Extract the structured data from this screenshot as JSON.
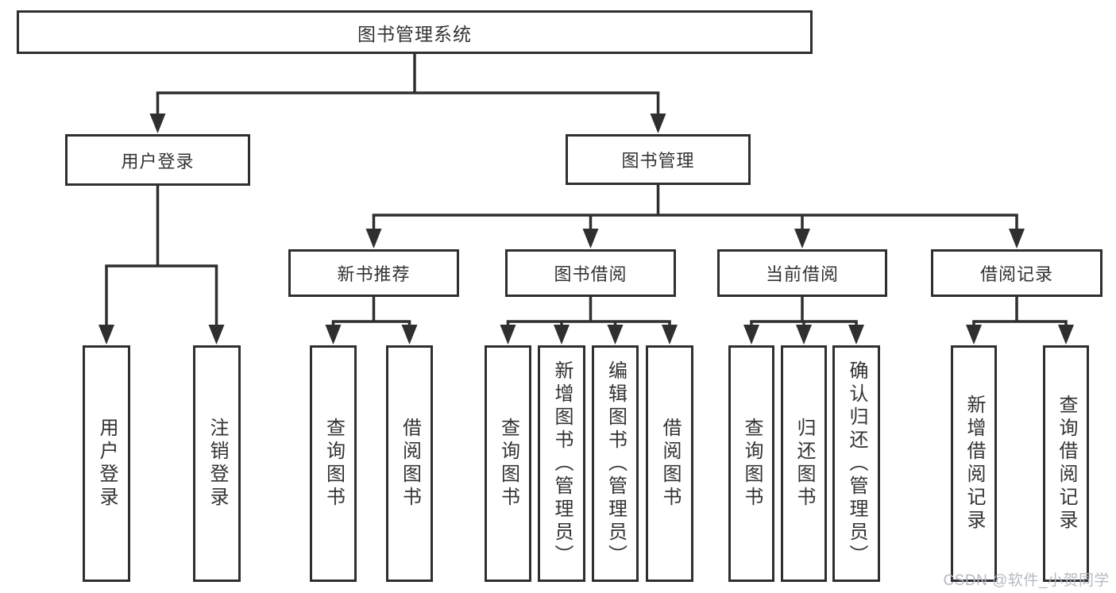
{
  "diagram": {
    "root": {
      "label": "图书管理系统"
    },
    "branches": [
      {
        "label": "用户登录",
        "children": [
          "用户登录",
          "注销登录"
        ]
      },
      {
        "label": "图书管理",
        "children": [
          {
            "label": "新书推荐",
            "children": [
              "查询图书",
              "借阅图书"
            ]
          },
          {
            "label": "图书借阅",
            "children": [
              "查询图书",
              "新增图书（管理员）",
              "编辑图书（管理员）",
              "借阅图书"
            ]
          },
          {
            "label": "当前借阅",
            "children": [
              "查询图书",
              "归还图书",
              "确认归还（管理员）"
            ]
          },
          {
            "label": "借阅记录",
            "children": [
              "新增借阅记录",
              "查询借阅记录"
            ]
          }
        ]
      }
    ]
  },
  "colors": {
    "line": "#2f2f2f",
    "text": "#333333",
    "watermark": "#b2b6bd",
    "background": "#ffffff"
  },
  "watermark": {
    "text": "CSDN @软件_小贺同学"
  }
}
